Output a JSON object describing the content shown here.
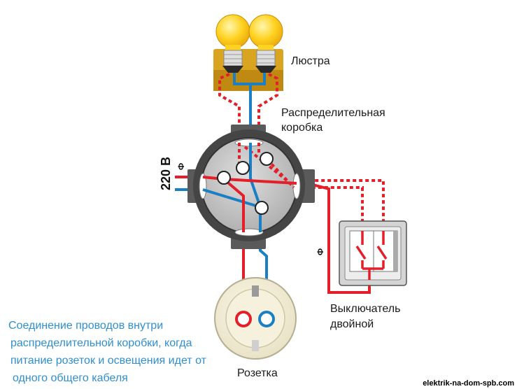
{
  "labels": {
    "chandelier": "Люстра",
    "junction_box_line1": "Распределительная",
    "junction_box_line2": "коробка",
    "voltage": "220 В",
    "phase_input": "Ф",
    "phase_switch": "Ф",
    "switch_line1": "Выключатель",
    "switch_line2": "двойной",
    "socket": "Розетка"
  },
  "caption": [
    "Соединение проводов внутри",
    "распределительной коробки, когда",
    "питание розеток  и освещения идет от",
    "одного общего кабеля"
  ],
  "watermark": "elektrik-na-dom-spb.com",
  "colors": {
    "phase_wire": "#e3202a",
    "neutral_wire": "#1b7fc4",
    "dotted_wire": "#e3202a",
    "bulb_glass": "#ffd21f",
    "lamp_base": "#d9a520",
    "box_body": "#4b4b4b",
    "box_inner": "#c7c7c7",
    "caption_text": "#2f8fd0"
  }
}
